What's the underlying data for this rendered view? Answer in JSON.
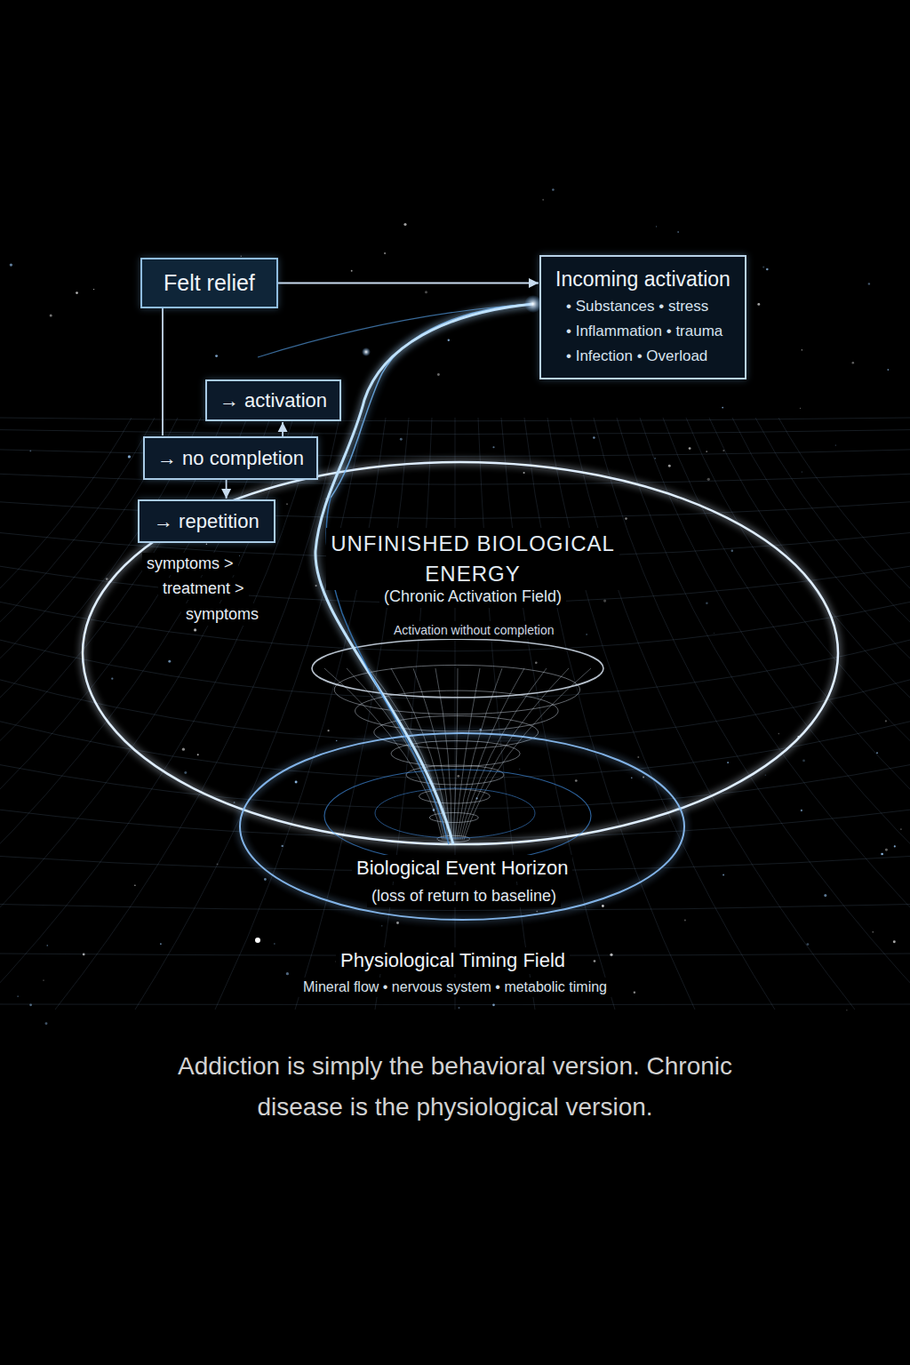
{
  "diagram": {
    "caption": "Addiction is simply the behavioral version. Chronic disease is the physiological version.",
    "nodes": [
      {
        "text": [
          "Felt relief"
        ]
      },
      {
        "text": [
          "Incoming activation",
          "• Substances • stress",
          "• Inflammation • trauma",
          "• Infection • Overload"
        ]
      },
      {
        "text": [
          "→ activation"
        ]
      },
      {
        "text": [
          "→ no completion"
        ]
      },
      {
        "text": [
          "→ repetition"
        ]
      }
    ],
    "edges": [
      {
        "from": 0,
        "to": 1,
        "arrow": "to"
      },
      {
        "from": 0,
        "to": 3,
        "arrow": "none"
      },
      {
        "from": 3,
        "to": 2,
        "arrow": "to"
      },
      {
        "from": 3,
        "to": 4,
        "arrow": "to"
      }
    ],
    "labels": [
      "symptoms >",
      "treatment >",
      "symptoms",
      "UNFINISHED BIOLOGICAL ENERGY",
      "(Chronic Activation Field)",
      "Activation without completion",
      "Biological Event Horizon",
      "(loss of return to baseline)",
      "Physiological Timing Field",
      "Mineral flow • nervous system • metabolic timing"
    ]
  }
}
